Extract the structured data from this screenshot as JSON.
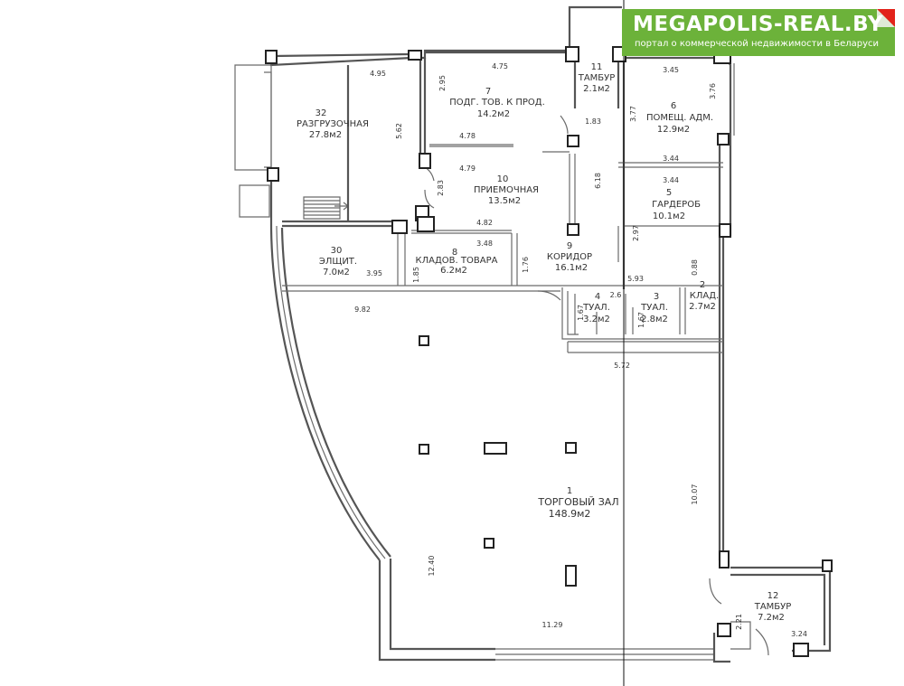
{
  "banner": {
    "title": "MEGAPOLIS-REAL.BY",
    "subtitle": "портал о коммерческой недвижимости в Беларуси",
    "bg_color": "#6cb23a",
    "corner_color": "#e2231a"
  },
  "rooms": [
    {
      "id": "r32",
      "number": "32",
      "name": "РАЗГРУЗОЧНАЯ",
      "area": "27.8м2"
    },
    {
      "id": "r7",
      "number": "7",
      "name": "ПОДГ. ТОВ. К ПРОД.",
      "area": "14.2м2"
    },
    {
      "id": "r11",
      "number": "11",
      "name": "ТАМБУР",
      "area": "2.1м2"
    },
    {
      "id": "r6",
      "number": "6",
      "name": "ПОМЕЩ. АДМ.",
      "area": "12.9м2"
    },
    {
      "id": "r10",
      "number": "10",
      "name": "ПРИЕМОЧНАЯ",
      "area": "13.5м2"
    },
    {
      "id": "r5",
      "number": "5",
      "name": "ГАРДЕРОБ",
      "area": "10.1м2"
    },
    {
      "id": "r30",
      "number": "30",
      "name": "ЭЛЩИТ.",
      "area": "7.0м2"
    },
    {
      "id": "r8",
      "number": "8",
      "name": "КЛАДОВ. ТОВАРА",
      "area": "6.2м2"
    },
    {
      "id": "r9",
      "number": "9",
      "name": "КОРИДОР",
      "area": "16.1м2"
    },
    {
      "id": "r4",
      "number": "4",
      "name": "ТУАЛ.",
      "area": "3.2м2"
    },
    {
      "id": "r3",
      "number": "3",
      "name": "ТУАЛ.",
      "area": "2.8м2"
    },
    {
      "id": "r2",
      "number": "2",
      "name": "КЛАД.",
      "area": "2.7м2"
    },
    {
      "id": "r1",
      "number": "1",
      "name": "ТОРГОВЫЙ ЗАЛ",
      "area": "148.9м2"
    },
    {
      "id": "r12",
      "number": "12",
      "name": "ТАМБУР",
      "area": "7.2м2"
    }
  ],
  "dimensions": [
    "4.95",
    "4.75",
    "3.45",
    "2.95",
    "5.62",
    "3.76",
    "3.77",
    "1.83",
    "4.78",
    "3.44",
    "4.79",
    "2.83",
    "6.18",
    "3.44",
    "4.82",
    "2.97",
    "3.48",
    "1.76",
    "1.85",
    "3.95",
    "5.93",
    "0.88",
    "2.6",
    "1.67",
    "1.67",
    "9.82",
    "5.72",
    "10.07",
    "12.40",
    "11.29",
    "2.21",
    "3.24"
  ]
}
